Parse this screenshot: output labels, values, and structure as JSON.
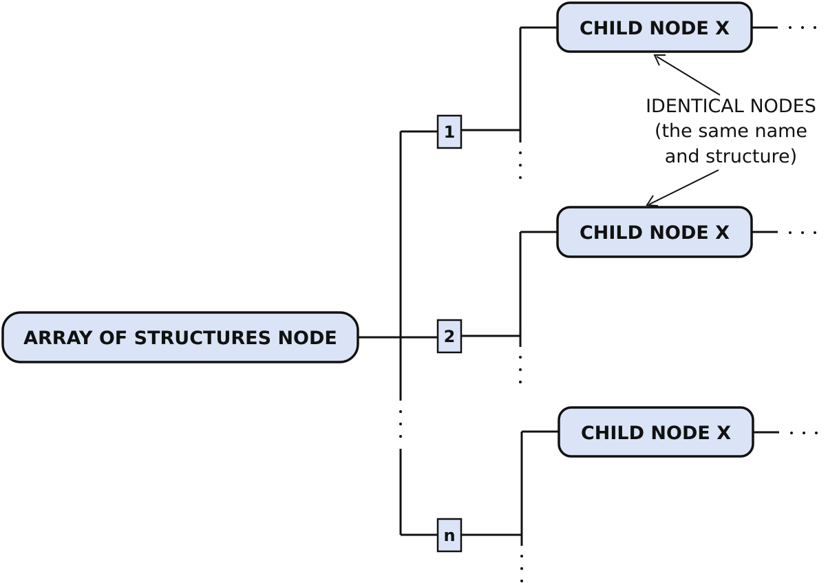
{
  "root_node": {
    "label": "ARRAY OF STRUCTURES NODE"
  },
  "indices": [
    {
      "label": "1"
    },
    {
      "label": "2"
    },
    {
      "label": "n"
    }
  ],
  "child_nodes": [
    {
      "label": "CHILD NODE X"
    },
    {
      "label": "CHILD NODE X"
    },
    {
      "label": "CHILD NODE X"
    }
  ],
  "annotation": {
    "lines": [
      "IDENTICAL NODES",
      "(the same name",
      "and structure)"
    ]
  },
  "colors": {
    "node_fill": "#dae4f6",
    "stroke": "#111111"
  }
}
